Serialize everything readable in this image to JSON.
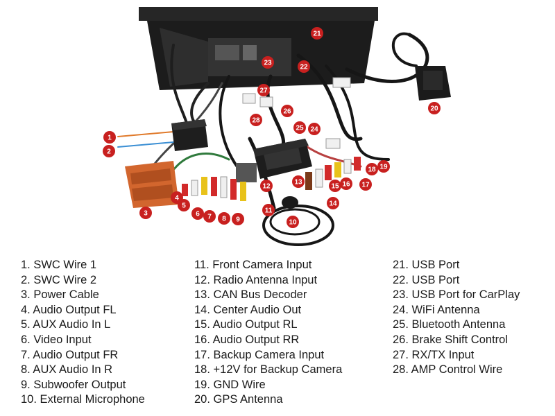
{
  "callouts": [
    "1",
    "2",
    "3",
    "4",
    "5",
    "6",
    "7",
    "8",
    "9",
    "10",
    "11",
    "12",
    "13",
    "14",
    "15",
    "16",
    "17",
    "18",
    "19",
    "20",
    "21",
    "22",
    "23",
    "24",
    "25",
    "26",
    "27",
    "28"
  ],
  "legend": {
    "columns": [
      [
        "1. SWC Wire 1",
        "2. SWC Wire 2",
        "3. Power Cable",
        "4. Audio Output FL",
        "5. AUX Audio In L",
        "6. Video Input",
        "7. Audio Output FR",
        "8. AUX Audio In R",
        "9. Subwoofer Output",
        "10. External Microphone"
      ],
      [
        "11. Front Camera Input",
        "12. Radio Antenna Input",
        "13. CAN Bus Decoder",
        "14. Center Audio Out",
        "15. Audio Output RL",
        "16. Audio Output RR",
        "17. Backup Camera Input",
        "18. +12V for Backup Camera",
        "19. GND Wire",
        "20. GPS Antenna"
      ],
      [
        "21. USB Port",
        "22. USB Port",
        "23. USB Port for CarPlay",
        "24. WiFi Antenna",
        "25. Bluetooth Antenna",
        "26. Brake Shift Control",
        "27. RX/TX Input",
        "28. AMP Control Wire"
      ]
    ]
  },
  "colors": {
    "badge": "#c8201f",
    "head_unit": "#1e1e1e",
    "cable": "#161616",
    "connector_orange": "#d2662e",
    "rca_red": "#d22a2a",
    "rca_white": "#efefef",
    "rca_yellow": "#e8c21a"
  }
}
